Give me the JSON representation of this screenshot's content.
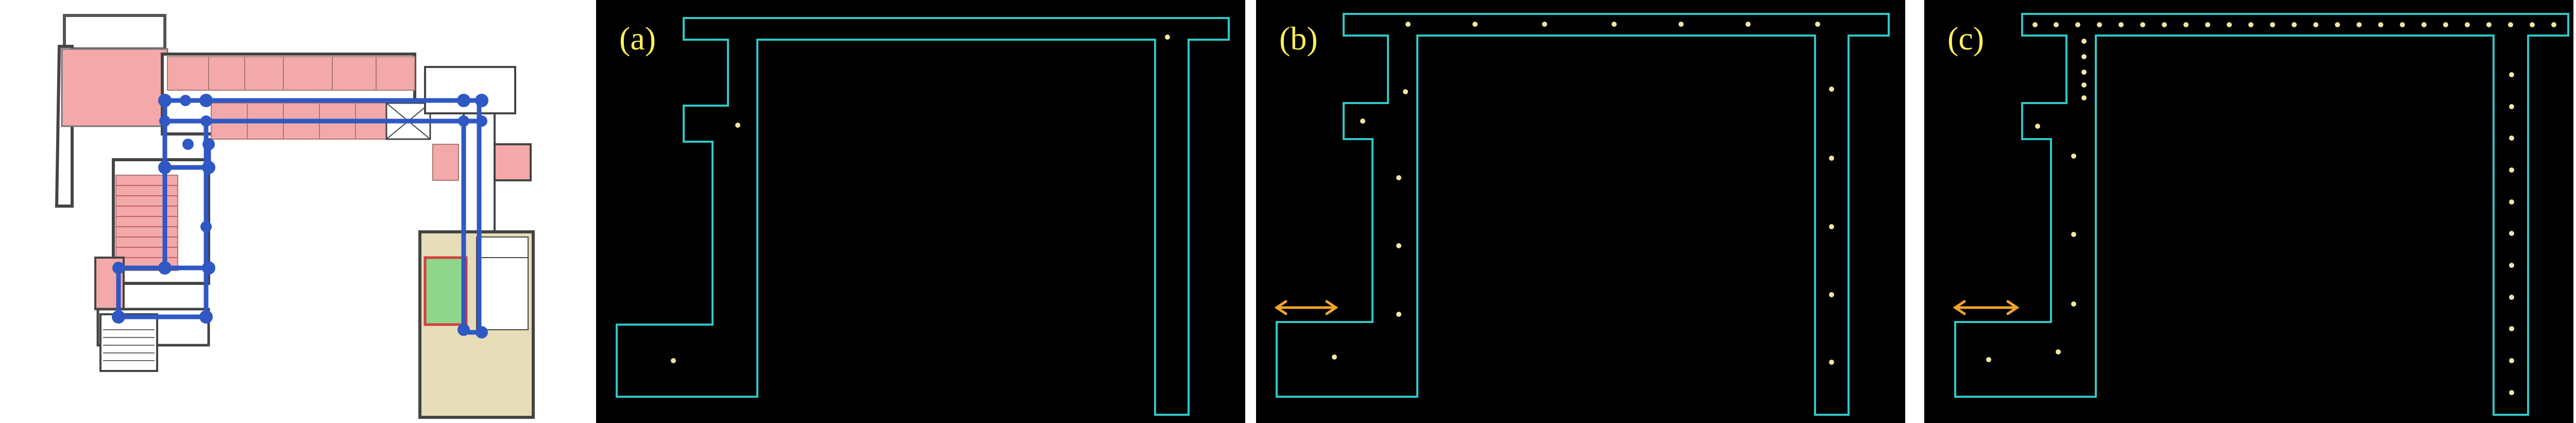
{
  "panels": {
    "a": {
      "label": "(a)"
    },
    "b": {
      "label": "(b)"
    },
    "c": {
      "label": "(c)"
    }
  },
  "colors": {
    "corridor_outline": "#30c8c8",
    "node_dot": "#f2e6a0",
    "width_arrow": "#f2a52b",
    "room_pink": "#f3a9a9",
    "stair_green": "#8fd68a",
    "hall_beige": "#e6ddb8",
    "graph_blue": "#2f58c4"
  },
  "icons": [
    "width-arrow-icon"
  ]
}
